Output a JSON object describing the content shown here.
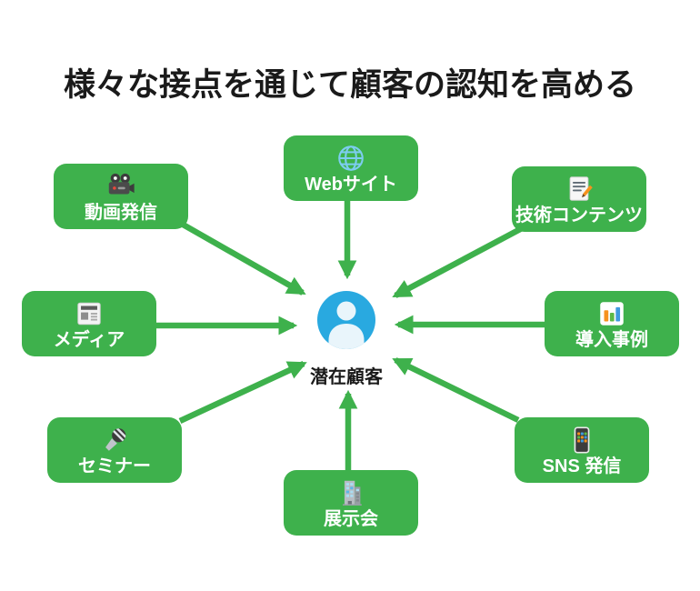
{
  "title": "様々な接点を通じて顧客の認知を高める",
  "colors": {
    "green": "#3eb14c",
    "blue": "#29a9e0",
    "ink": "#1a1a1a",
    "node_text": "#ffffff",
    "background": "#ffffff"
  },
  "center": {
    "id": "potential-customer",
    "label": "潜在顧客",
    "icon": "person-icon"
  },
  "nodes": [
    {
      "id": "video",
      "label": "動画発信",
      "icon": "video-camera-icon",
      "position": "top-left"
    },
    {
      "id": "website",
      "label": "Webサイト",
      "icon": "globe-icon",
      "position": "top-center"
    },
    {
      "id": "tech",
      "label": "技術コンテンツ",
      "icon": "memo-icon",
      "position": "top-right"
    },
    {
      "id": "media",
      "label": "メディア",
      "icon": "newspaper-icon",
      "position": "middle-left"
    },
    {
      "id": "cases",
      "label": "導入事例",
      "icon": "bar-chart-icon",
      "position": "middle-right"
    },
    {
      "id": "seminar",
      "label": "セミナー",
      "icon": "microphone-icon",
      "position": "bottom-left"
    },
    {
      "id": "sns",
      "label": "SNS 発信",
      "icon": "smartphone-icon",
      "position": "bottom-right"
    },
    {
      "id": "exhibition",
      "label": "展示会",
      "icon": "building-icon",
      "position": "bottom-center"
    }
  ],
  "connections": [
    {
      "from": "video",
      "to": "potential-customer"
    },
    {
      "from": "website",
      "to": "potential-customer"
    },
    {
      "from": "tech",
      "to": "potential-customer"
    },
    {
      "from": "media",
      "to": "potential-customer"
    },
    {
      "from": "cases",
      "to": "potential-customer"
    },
    {
      "from": "seminar",
      "to": "potential-customer"
    },
    {
      "from": "sns",
      "to": "potential-customer"
    },
    {
      "from": "exhibition",
      "to": "potential-customer"
    }
  ]
}
